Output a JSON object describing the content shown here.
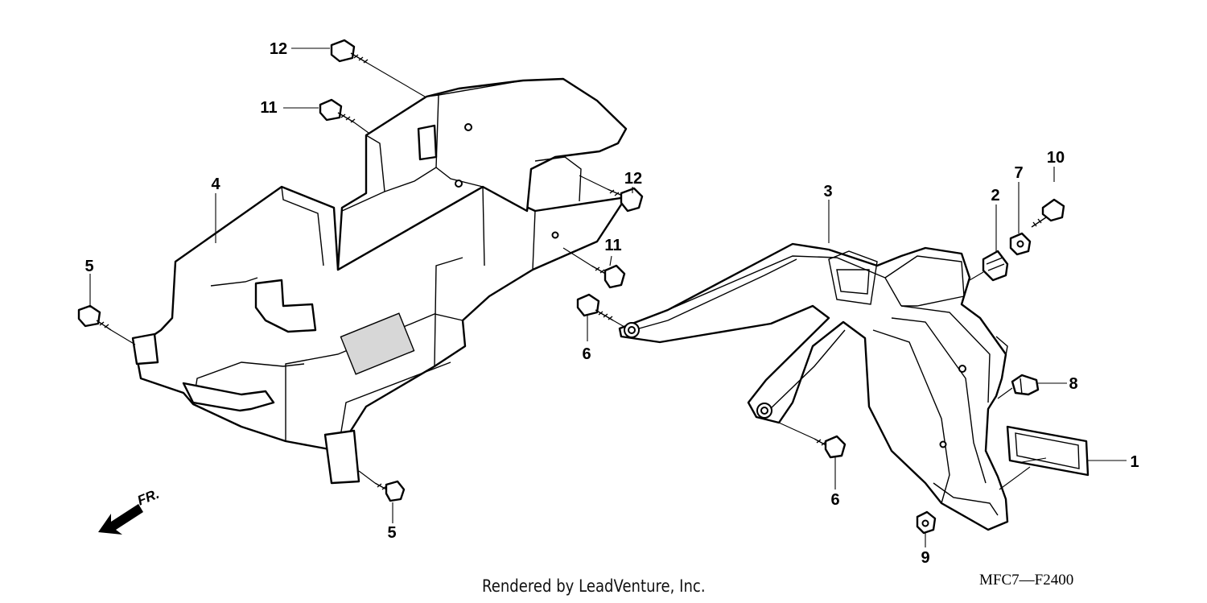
{
  "callouts": {
    "c1": "1",
    "c2": "2",
    "c3": "3",
    "c4": "4",
    "c5a": "5",
    "c5b": "5",
    "c6a": "6",
    "c6b": "6",
    "c7": "7",
    "c8": "8",
    "c9": "9",
    "c10": "10",
    "c11a": "11",
    "c11b": "11",
    "c12a": "12",
    "c12b": "12"
  },
  "front_label": "FR.",
  "credit": "Rendered by LeadVenture, Inc.",
  "diagram_code": "MFC7—F2400"
}
